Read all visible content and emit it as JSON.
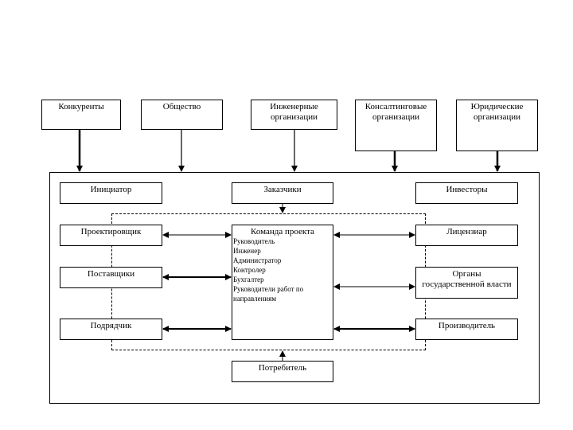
{
  "external": {
    "competitors": "Конкуренты",
    "society": "Общество",
    "engineering": [
      "Инженерные",
      "организации"
    ],
    "consulting": [
      "Консалтинговые",
      "организации"
    ],
    "legal": [
      "Юридические",
      "организации"
    ]
  },
  "top_row": {
    "initiator": "Инициатор",
    "customers": "Заказчики",
    "investors": "Инвесторы"
  },
  "left_col": {
    "designer": "Проектировщик",
    "suppliers": "Поставщики",
    "contractor": "Подрядчик"
  },
  "right_col": {
    "licensor": "Лицензиар",
    "authorities": [
      "Органы",
      "государственной власти"
    ],
    "manufacturer": "Производитель"
  },
  "team": {
    "title": "Команда проекта",
    "members": [
      "Руководитель",
      "Инженер",
      "Администратор",
      "Контролер",
      "Бухгалтер",
      "Руководители работ по",
      "направлениям"
    ]
  },
  "consumer": "Потребитель"
}
